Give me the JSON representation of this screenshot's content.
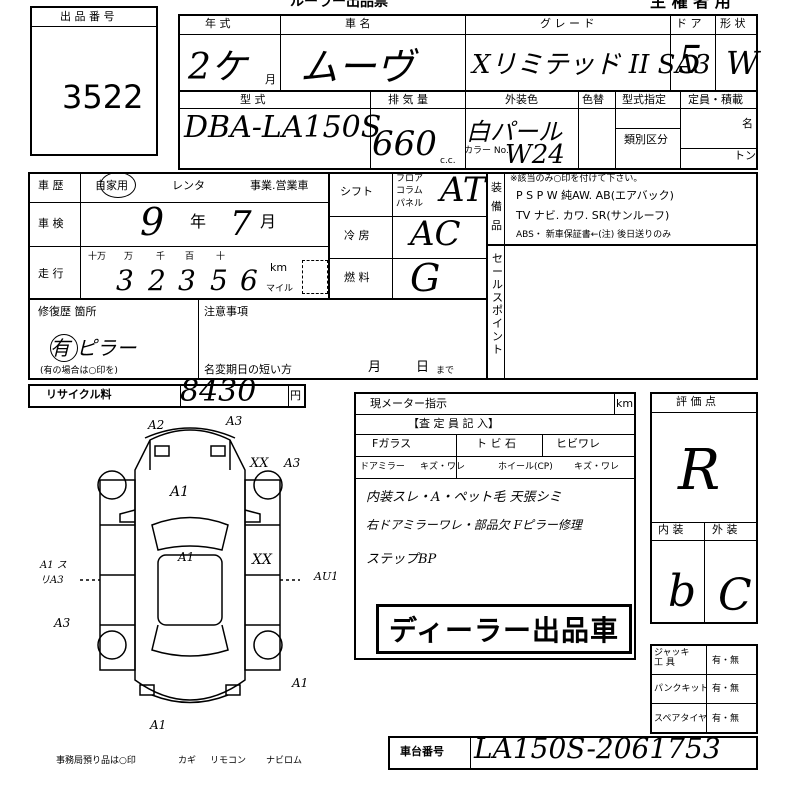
{
  "header": {
    "top_title": "ルーラー出品票",
    "owner_label": "主 権 者 用"
  },
  "lot": {
    "label": "出 品 番 号",
    "number": "3522"
  },
  "row1": {
    "year_label": "年 式",
    "year_value": "2ケ",
    "year_unit": "月",
    "name_label": "車 名",
    "name_value": "ムーヴ",
    "grade_label": "グ レ ー ド",
    "grade_value": "Xリミテッド II SA3",
    "doors_label": "ド ア",
    "doors_value": "5",
    "shape_label": "形 状",
    "shape_value": "W"
  },
  "row2": {
    "model_label": "型 式",
    "model_value": "DBA-LA150S",
    "disp_label": "排 気 量",
    "disp_value": "660",
    "disp_unit": "c.c.",
    "color_label": "外装色",
    "color_value": "白パール",
    "color_no_label": "カラー No.",
    "color_no_value": "W24",
    "recolor_label": "色替",
    "type_label": "型式指定",
    "class_label": "類別区分",
    "capacity_label": "定員・積載",
    "capacity_unit_person": "名",
    "capacity_unit_ton": "トン"
  },
  "history": {
    "label": "車 歴",
    "options": [
      "自家用",
      "レンタ",
      "事業.営業車"
    ],
    "inspection_label": "車 検",
    "inspection_year": "9",
    "inspection_year_unit": "年",
    "inspection_month": "7",
    "inspection_month_unit": "月",
    "mileage_label": "走 行",
    "mileage_units": [
      "十万",
      "万",
      "千",
      "百",
      "十",
      "km"
    ],
    "mileage_digits": [
      "3",
      "2",
      "3",
      "5",
      "6"
    ],
    "mileage_km": "km",
    "mileage_mile": "マイル"
  },
  "shift": {
    "shift_label": "シフト",
    "shift_options": [
      "フロア",
      "コラム",
      "パネル"
    ],
    "shift_value": "AT",
    "ac_label": "冷 房",
    "ac_value": "AC",
    "fuel_label": "燃 料",
    "fuel_value": "G"
  },
  "equipment": {
    "label": "装 備 品",
    "note": "※該当のみ○印を付けて下さい。",
    "line1": "P S  P W  純AW. AB(エアバック)",
    "line2": "TV  ナビ. カワ. SR(サンルーフ)",
    "line3": "ABS・ 新車保証書←(注) 後日送りのみ"
  },
  "sales_point": {
    "label": "セ ー ル ス ポ イ ン ト"
  },
  "repair": {
    "label": "修復歴 箇所",
    "value": "有 ピラー",
    "note": "(有の場合は○印を)",
    "caution_label": "注意事項",
    "name_change_label": "名変期日の短い方",
    "month": "月",
    "day": "日",
    "until": "まで"
  },
  "recycle": {
    "label": "リサイクル料",
    "value": "8430",
    "unit": "円"
  },
  "meter": {
    "label": "現メーター指示",
    "unit": "km",
    "inspector_label": "【査 定 員 記 入】",
    "glass_label": "Fガラス",
    "glass_opts": "ト ビ 石",
    "glass_opt2": "ヒビワレ",
    "mirror_label": "ドアミラー",
    "mirror_opts": "キズ・ワレ",
    "wheel_label": "ホイール(CP)",
    "wheel_opts": "キズ・ワレ",
    "notes": [
      "内装スレ・A・ペット毛  天張シミ",
      "右ドアミラーワレ・部品欠  Fピラー修理",
      "ステップBP"
    ],
    "stamp": "ディーラー出品車"
  },
  "evaluation": {
    "label": "評 価 点",
    "score": "R",
    "interior_label": "内 装",
    "interior_value": "b",
    "exterior_label": "外 装",
    "exterior_value": "C"
  },
  "tools": {
    "jack_label": "ジャッキ 工 具",
    "puncture_label": "パンクキット",
    "spare_label": "スペアタイヤ",
    "opt": "有・無"
  },
  "diagram": {
    "marks": [
      "A2",
      "A3",
      "A1",
      "XX",
      "A3",
      "A1",
      "XX",
      "A1 スリA3",
      "A3",
      "AU1",
      "A1",
      "A1"
    ]
  },
  "footer": {
    "office_note": "事務局預り品は○印",
    "items": [
      "カギ",
      "リモコン",
      "ナビロム"
    ],
    "chassis_label": "車台番号",
    "chassis_value": "LA150S-2061753"
  }
}
